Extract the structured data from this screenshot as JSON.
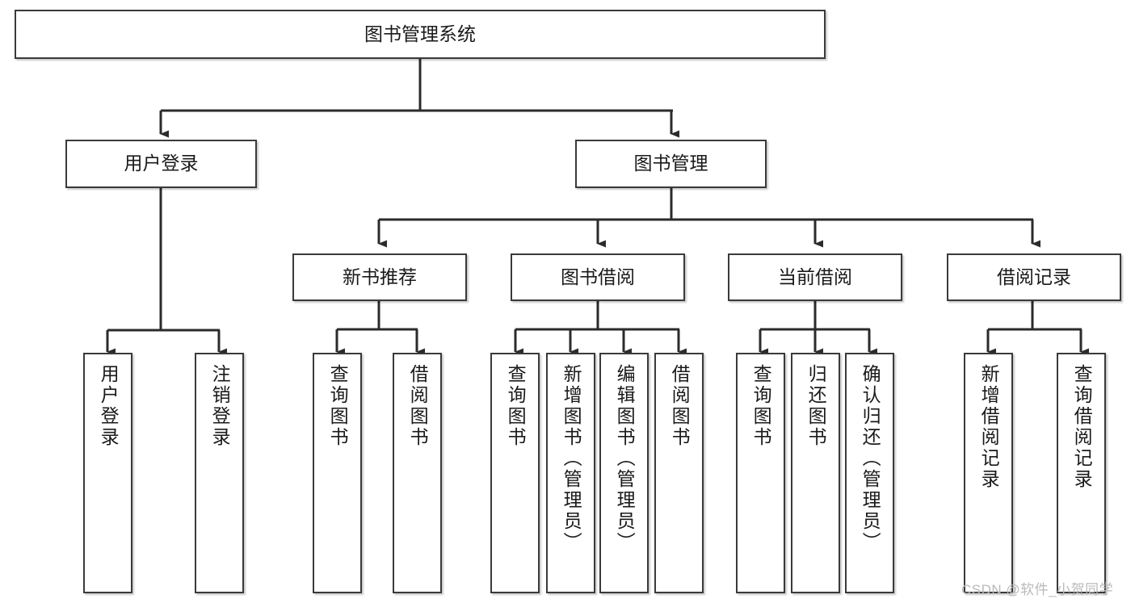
{
  "diagram": {
    "title": "图书管理系统",
    "type": "hierarchy-tree",
    "watermark": "CSDN @软件_小贺同学",
    "colors": {
      "box_border": "#3a3a3a",
      "box_fill": "#ffffff",
      "connector": "#2b2b2b",
      "text": "#1a1a1a",
      "watermark": "#b9b9b9"
    },
    "nodes": {
      "root": {
        "label": "图书管理系统"
      },
      "level1": [
        {
          "label": "用户登录"
        },
        {
          "label": "图书管理"
        }
      ],
      "level2": [
        {
          "label": "新书推荐"
        },
        {
          "label": "图书借阅"
        },
        {
          "label": "当前借阅"
        },
        {
          "label": "借阅记录"
        }
      ],
      "leaves": {
        "user_login": [
          {
            "label": "用户登录"
          },
          {
            "label": "注销登录"
          }
        ],
        "new_book_recommend": [
          {
            "label": "查询图书"
          },
          {
            "label": "借阅图书"
          }
        ],
        "book_borrow": [
          {
            "label": "查询图书"
          },
          {
            "label": "新增图书（管理员）"
          },
          {
            "label": "编辑图书（管理员）"
          },
          {
            "label": "借阅图书"
          }
        ],
        "current_borrow": [
          {
            "label": "查询图书"
          },
          {
            "label": "归还图书"
          },
          {
            "label": "确认归还（管理员）"
          }
        ],
        "borrow_record": [
          {
            "label": "新增借阅记录"
          },
          {
            "label": "查询借阅记录"
          }
        ]
      }
    }
  }
}
